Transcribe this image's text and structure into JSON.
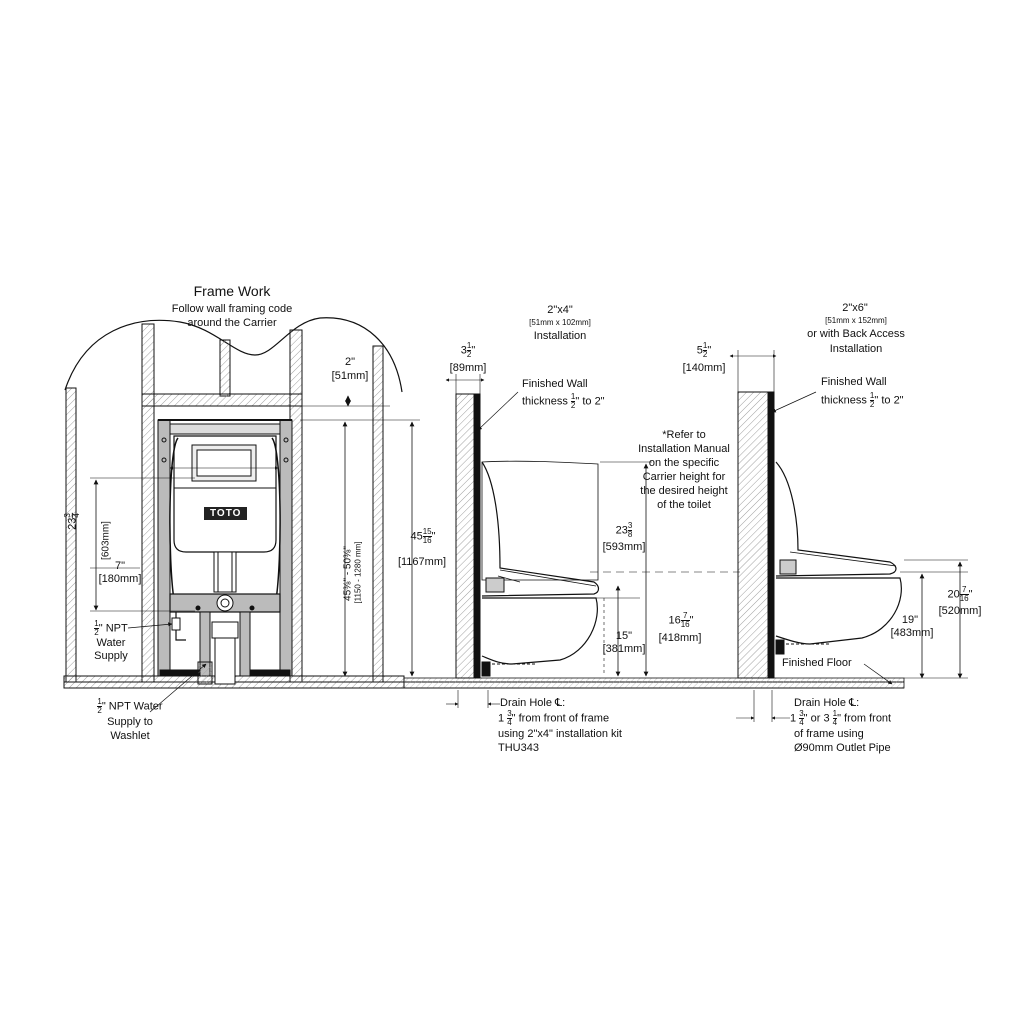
{
  "frame_work": {
    "title": "Frame Work",
    "note_line1": "Follow wall framing code",
    "note_line2": "around the Carrier",
    "dim_2in": "2\"",
    "dim_2in_mm": "[51mm]",
    "dim_23_whole": "23",
    "dim_23_num": "3",
    "dim_23_den": "4",
    "dim_23_mm": "[603mm]",
    "dim_7in": "7\"",
    "dim_7in_mm": "[180mm]",
    "dim_range": "45⅜\" - 50⅜\"",
    "dim_range_mm": "[1150 - 1280 mm]",
    "dim_45_whole": "45",
    "dim_45_num": "15",
    "dim_45_den": "16",
    "dim_45_mm": "[1167mm]",
    "npt_1_num": "1",
    "npt_1_den": "2",
    "npt_1_line1": "\" NPT",
    "npt_1_line2": "Water",
    "npt_1_line3": "Supply",
    "npt_2_num": "1",
    "npt_2_den": "2",
    "npt_2_line1": "\" NPT Water",
    "npt_2_line2": "Supply to",
    "npt_2_line3": "Washlet",
    "brand": "TOTO"
  },
  "install_2x4": {
    "title": "2\"x4\"",
    "title_mm": "[51mm x 102mm]",
    "title_sub": "Installation",
    "dim_3_whole": "3",
    "dim_3_num": "1",
    "dim_3_den": "2",
    "dim_3_mm": "[89mm]",
    "finished_wall_line1": "Finished Wall",
    "finished_wall_line2a": "thickness ",
    "finished_wall_num": "1",
    "finished_wall_den": "2",
    "finished_wall_line2b": "\" to 2\"",
    "refer_line1": "*Refer to",
    "refer_line2": "Installation Manual",
    "refer_line3": "on the specific",
    "refer_line4": "Carrier height for",
    "refer_line5": "the desired height",
    "refer_line6": "of the toilet",
    "dim_23_whole": "23",
    "dim_23_num": "3",
    "dim_23_den": "8",
    "dim_23_mm": "[593mm]",
    "dim_16_whole": "16",
    "dim_16_num": "7",
    "dim_16_den": "16",
    "dim_16_mm": "[418mm]",
    "dim_15": "15\"",
    "dim_15_mm": "[381mm]",
    "drain_line1": "Drain Hole ℄:",
    "drain_line2a": "1 ",
    "drain_num": "3",
    "drain_den": "4",
    "drain_line2b": "\" from front of frame",
    "drain_line3": "using 2\"x4\" installation kit",
    "drain_line4": "THU343"
  },
  "install_2x6": {
    "title": "2\"x6\"",
    "title_mm": "[51mm x 152mm]",
    "title_sub1": "or with Back Access",
    "title_sub2": "Installation",
    "dim_5_whole": "5",
    "dim_5_num": "1",
    "dim_5_den": "2",
    "dim_5_mm": "[140mm]",
    "finished_wall_line1": "Finished Wall",
    "finished_wall_line2a": "thickness ",
    "finished_wall_num": "1",
    "finished_wall_den": "2",
    "finished_wall_line2b": "\" to 2\"",
    "dim_19": "19\"",
    "dim_19_mm": "[483mm]",
    "dim_20_whole": "20",
    "dim_20_num": "7",
    "dim_20_den": "16",
    "dim_20_mm": "[520mm]",
    "finished_floor": "Finished Floor",
    "drain_line1": "Drain Hole ℄:",
    "drain_line2a": "1 ",
    "drain_num1": "3",
    "drain_den1": "4",
    "drain_line2b": "\" or 3 ",
    "drain_num2": "1",
    "drain_den2": "4",
    "drain_line2c": "\" from front",
    "drain_line3": "of frame using",
    "drain_line4": "Ø90mm Outlet Pipe"
  }
}
